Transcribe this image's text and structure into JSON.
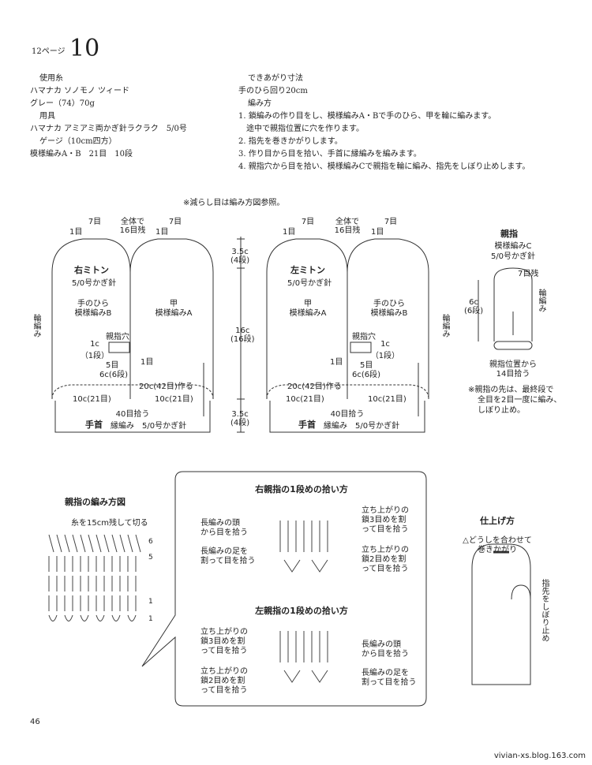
{
  "header": {
    "page_ref": "12ページ",
    "number": "10"
  },
  "materials": {
    "yarn_heading": "使用糸",
    "yarn_name": "ハマナカ ソノモノ ツィード",
    "yarn_color": "グレー（74）70g",
    "tools_heading": "用具",
    "tools_name": "ハマナカ アミアミ両かぎ針ラクラク　5/0号",
    "gauge_heading": "ゲージ（10cm四方）",
    "gauge_value": "模様編みA・B　21目　10段"
  },
  "size": {
    "heading": "できあがり寸法",
    "value": "手のひら回り20cm"
  },
  "method": {
    "heading": "編み方",
    "steps": [
      "1. 鎖編みの作り目をし、模様編みA・Bで手のひら、甲を輪に編みます。",
      "途中で親指位置に穴を作ります。",
      "2. 指先を巻きかがりします。",
      "3. 作り目から目を拾い、手首に縁編みを編みます。",
      "4. 親指穴から目を拾い、模様編みCで親指を輪に編み、指先をしぼり止めします。"
    ]
  },
  "note_decrease": "※減らし目は編み方図参照。",
  "right_mitten": {
    "title": "右ミトン",
    "hook": "5/0号かぎ針",
    "left_label": "手のひら",
    "left_pattern": "模様編みB",
    "right_label": "甲",
    "right_pattern": "模様編みA",
    "thumb_hole": "親指穴",
    "top_left_count": "7目",
    "top_left_one": "1目",
    "top_center": "全体で",
    "top_center2": "16目残",
    "top_right_one": "1目",
    "top_right_count": "7目",
    "thumb_w": "1c",
    "thumb_rows": "（1段）",
    "thumb_one": "1目",
    "thumb_five": "5目",
    "thumb_six": "6c(6段)",
    "chain": "20c(42目)作る",
    "width_left": "10c(21目)",
    "width_right": "10c(21目)",
    "pickup": "40目拾う",
    "side": "輪編み",
    "cuff": "手首",
    "cuff_detail": "縁編み　5/0号かぎ針"
  },
  "left_mitten": {
    "title": "左ミトン",
    "hook": "5/0号かぎ針",
    "left_label": "甲",
    "left_pattern": "模様編みA",
    "right_label": "手のひら",
    "right_pattern": "模様編みB",
    "thumb_hole": "親指穴",
    "top_left_count": "7目",
    "top_left_one": "1目",
    "top_center": "全体で",
    "top_center2": "16目残",
    "top_right_one": "1目",
    "top_right_count": "7目",
    "thumb_w": "1c",
    "thumb_rows": "（1段）",
    "thumb_one": "1目",
    "thumb_five": "5目",
    "thumb_six": "6c(6段)",
    "chain": "20c(42目)作る",
    "width_left": "10c(21目)",
    "width_right": "10c(21目)",
    "pickup": "40目拾う",
    "side": "輪編み",
    "cuff": "手首",
    "cuff_detail": "縁編み　5/0号かぎ針"
  },
  "mid_dims": {
    "top": "3.5c",
    "top_rows": "(4段)",
    "mid": "16c",
    "mid_rows": "(16段)",
    "bot": "3.5c",
    "bot_rows": "(4段)"
  },
  "thumb": {
    "title": "親指",
    "pattern": "模様編みC",
    "hook": "5/0号かぎ針",
    "remain": "7目残",
    "height": "6c",
    "height_rows": "(6段)",
    "side": "輪編み",
    "pickup1": "親指位置から",
    "pickup2": "14目拾う",
    "note1": "※親指の先は、最終段で",
    "note2": "全目を2目一度に編み、",
    "note3": "しぼり止め。"
  },
  "thumb_chart": {
    "title": "親指の編み方図",
    "cut_note": "糸を15cm残して切る",
    "rows": [
      "6",
      "5",
      "1",
      "1"
    ]
  },
  "pickup_box": {
    "right_title": "右親指の1段めの拾い方",
    "right_l1a": "長編みの頭",
    "right_l1b": "から目を拾う",
    "right_l2a": "長編みの足を",
    "right_l2b": "割って目を拾う",
    "right_r1a": "立ち上がりの",
    "right_r1b": "鎖3目めを割",
    "right_r1c": "って目を拾う",
    "right_r2a": "立ち上がりの",
    "right_r2b": "鎖2目めを割",
    "right_r2c": "って目を拾う",
    "left_title": "左親指の1段めの拾い方",
    "left_l1a": "立ち上がりの",
    "left_l1b": "鎖3目めを割",
    "left_l1c": "って目を拾う",
    "left_l2a": "立ち上がりの",
    "left_l2b": "鎖2目めを割",
    "left_l2c": "って目を拾う",
    "left_r1a": "長編みの頭",
    "left_r1b": "から目を拾う",
    "left_r2a": "長編みの足を",
    "left_r2b": "割って目を拾う"
  },
  "finish": {
    "title": "仕上げ方",
    "note1": "△どうしを合わせて",
    "note2": "巻きかがり",
    "tip": "指先をしぼり止め"
  },
  "page_number": "46",
  "watermark": "vivian-xs.blog.163.com"
}
